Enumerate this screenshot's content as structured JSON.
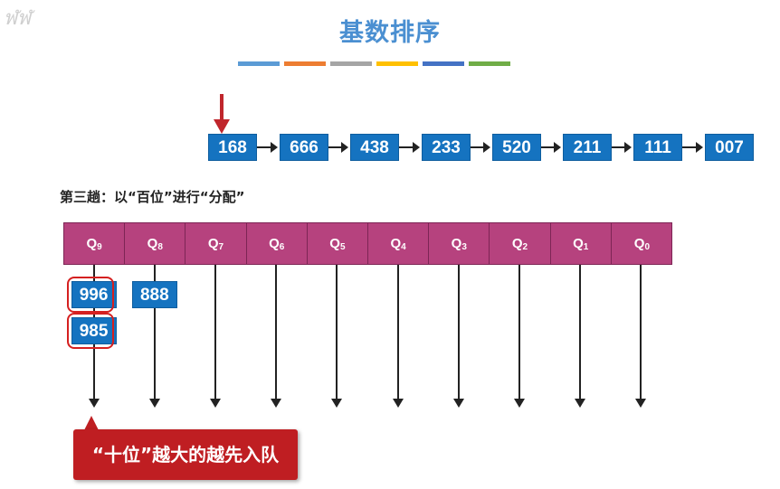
{
  "watermark": "ฬฬ",
  "title": "基数排序",
  "color_bars": [
    "#5b9bd5",
    "#ed7d31",
    "#a5a5a5",
    "#ffc000",
    "#4472c4",
    "#70ad47"
  ],
  "linked_list": [
    "168",
    "666",
    "438",
    "233",
    "520",
    "211",
    "111",
    "007"
  ],
  "subtitle": "第三趟：以“百位”进行“分配”",
  "queues": [
    {
      "label": "Q",
      "sub": "9",
      "items": [
        "996",
        "985"
      ]
    },
    {
      "label": "Q",
      "sub": "8",
      "items": [
        "888"
      ]
    },
    {
      "label": "Q",
      "sub": "7",
      "items": []
    },
    {
      "label": "Q",
      "sub": "6",
      "items": []
    },
    {
      "label": "Q",
      "sub": "5",
      "items": []
    },
    {
      "label": "Q",
      "sub": "4",
      "items": []
    },
    {
      "label": "Q",
      "sub": "3",
      "items": []
    },
    {
      "label": "Q",
      "sub": "2",
      "items": []
    },
    {
      "label": "Q",
      "sub": "1",
      "items": []
    },
    {
      "label": "Q",
      "sub": "0",
      "items": []
    }
  ],
  "callout": "“十位”越大的越先入队"
}
